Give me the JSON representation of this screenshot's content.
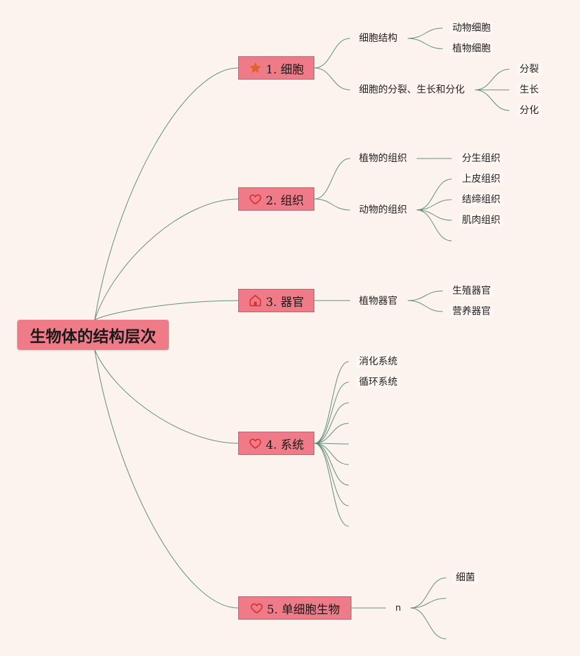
{
  "root": {
    "label": "生物体的结构层次"
  },
  "icons": {
    "star": {
      "name": "star-icon",
      "color": "#e0612c"
    },
    "heart": {
      "name": "heart-icon",
      "color": "#d93030"
    },
    "home": {
      "name": "home-icon",
      "color": "#d93030"
    }
  },
  "colors": {
    "node_fill": "#ef7b88",
    "line": "#5f8f7a",
    "background": "#fdf3ee"
  },
  "branches": [
    {
      "label": "1. 细胞",
      "icon": "star-icon",
      "children": [
        {
          "label": "细胞结构",
          "children": [
            {
              "label": "动物细胞"
            },
            {
              "label": "植物细胞"
            }
          ]
        },
        {
          "label": "细胞的分裂、生长和分化",
          "children": [
            {
              "label": "分裂"
            },
            {
              "label": "生长"
            },
            {
              "label": "分化"
            }
          ]
        }
      ]
    },
    {
      "label": "2. 组织",
      "icon": "heart-icon",
      "children": [
        {
          "label": "植物的组织",
          "children": [
            {
              "label": "分生组织"
            }
          ]
        },
        {
          "label": "动物的组织",
          "children": [
            {
              "label": "上皮组织"
            },
            {
              "label": "结缔组织"
            },
            {
              "label": "肌肉组织"
            },
            {
              "label": ""
            }
          ]
        }
      ]
    },
    {
      "label": "3. 器官",
      "icon": "home-icon",
      "children": [
        {
          "label": "植物器官",
          "children": [
            {
              "label": "生殖器官"
            },
            {
              "label": "营养器官"
            }
          ]
        }
      ]
    },
    {
      "label": "4. 系统",
      "icon": "heart-icon",
      "children": [
        {
          "label": "消化系统"
        },
        {
          "label": "循环系统"
        },
        {
          "label": ""
        },
        {
          "label": ""
        },
        {
          "label": ""
        },
        {
          "label": ""
        },
        {
          "label": ""
        },
        {
          "label": ""
        },
        {
          "label": ""
        }
      ]
    },
    {
      "label": "5. 单细胞生物",
      "icon": "heart-icon",
      "children": [
        {
          "label": "n",
          "children": [
            {
              "label": "细菌"
            },
            {
              "label": ""
            },
            {
              "label": ""
            }
          ]
        }
      ]
    }
  ]
}
